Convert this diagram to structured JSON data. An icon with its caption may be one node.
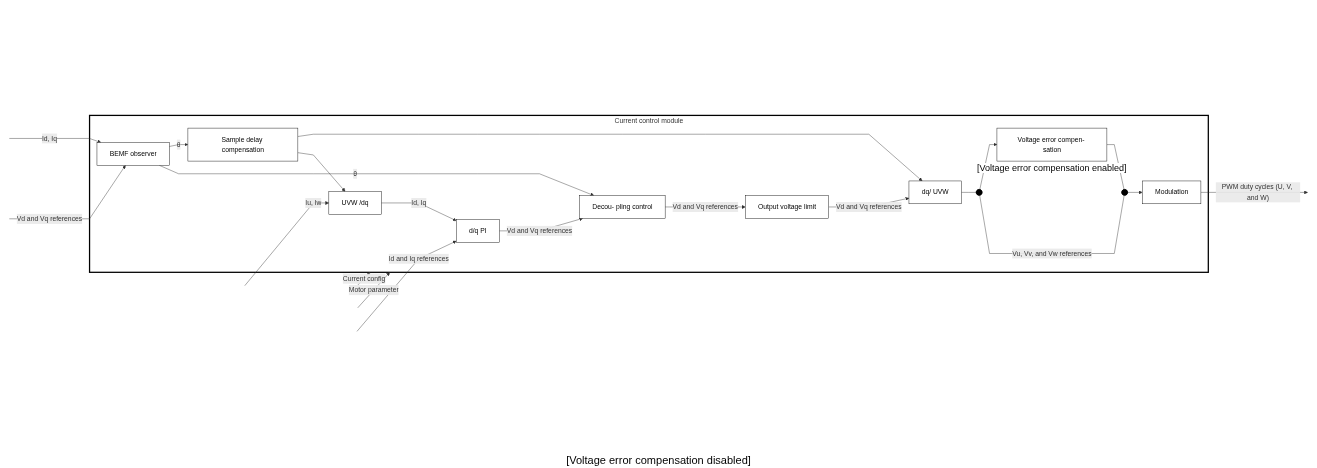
{
  "diagram": {
    "nodes": [
      {
        "text": [
          "Current control module"
        ]
      },
      {
        "text": [
          "d/q PI"
        ],
        "in": 0
      },
      {
        "text": [
          "Decou- pling control"
        ],
        "in": 0
      },
      {
        "text": [
          "Output voltage limit"
        ],
        "in": 0
      },
      {
        "text": [
          "dq/ UVW"
        ],
        "in": 0
      },
      {
        "text": [
          "Modulation"
        ],
        "in": 0
      },
      {
        "text": [
          "UVW /dq"
        ],
        "in": 0
      },
      {
        "text": [
          "Voltage error compen- sation"
        ],
        "in": 0,
        "beside": [
          "[Voltage error compensation enabled]"
        ]
      },
      {
        "text": [
          "Sample delay compensation"
        ],
        "in": 0
      },
      {
        "text": [
          "BEMF observer"
        ],
        "in": 0
      },
      {
        "text": [],
        "shape": "circle",
        "in": 0
      },
      {
        "text": [],
        "shape": "circle",
        "in": 0
      }
    ],
    "edges": [
      {
        "from": null,
        "to": 0,
        "arrow": "to",
        "label": "Current config"
      },
      {
        "from": null,
        "to": 0,
        "arrow": "to",
        "label": "Motor parameter"
      },
      {
        "from": null,
        "to": 1,
        "arrow": "to",
        "label": "Id and Iq references"
      },
      {
        "from": null,
        "to": 6,
        "arrow": "to",
        "label": "Iu, Iw"
      },
      {
        "from": 6,
        "to": 1,
        "arrow": "to",
        "label": "Id, Iq"
      },
      {
        "from": 1,
        "to": 2,
        "arrow": "to",
        "label": "Vd and Vq references"
      },
      {
        "from": 2,
        "to": 3,
        "arrow": "to",
        "label": "Vd and Vq references"
      },
      {
        "from": 3,
        "to": 4,
        "arrow": "to",
        "label": "Vd and Vq references"
      },
      {
        "from": 4,
        "to": 10,
        "arrow": "none"
      },
      {
        "from": 10,
        "to": 11,
        "arrow": "none",
        "label": "Vu, Vv, and Vw references"
      },
      {
        "from": 10,
        "to": 7,
        "arrow": "to"
      },
      {
        "from": 7,
        "to": 11,
        "arrow": "none"
      },
      {
        "from": 11,
        "to": 5,
        "arrow": "to"
      },
      {
        "from": 5,
        "to": null,
        "arrow": "to",
        "label": "PWM duty cycles (U, V, and W)"
      },
      {
        "from": 9,
        "to": 2,
        "arrow": "to",
        "label": "θ"
      },
      {
        "from": 8,
        "to": 6,
        "arrow": "to"
      },
      {
        "from": null,
        "to": 9,
        "arrow": "to",
        "label": "Vd and Vq references"
      },
      {
        "from": null,
        "to": 9,
        "arrow": "to",
        "label": "Id, Iq"
      },
      {
        "from": 9,
        "to": 8,
        "arrow": "to",
        "label": "θ"
      },
      {
        "from": 8,
        "to": 4,
        "arrow": "to"
      }
    ],
    "labels": [
      "[Voltage error compensation disabled]"
    ]
  }
}
